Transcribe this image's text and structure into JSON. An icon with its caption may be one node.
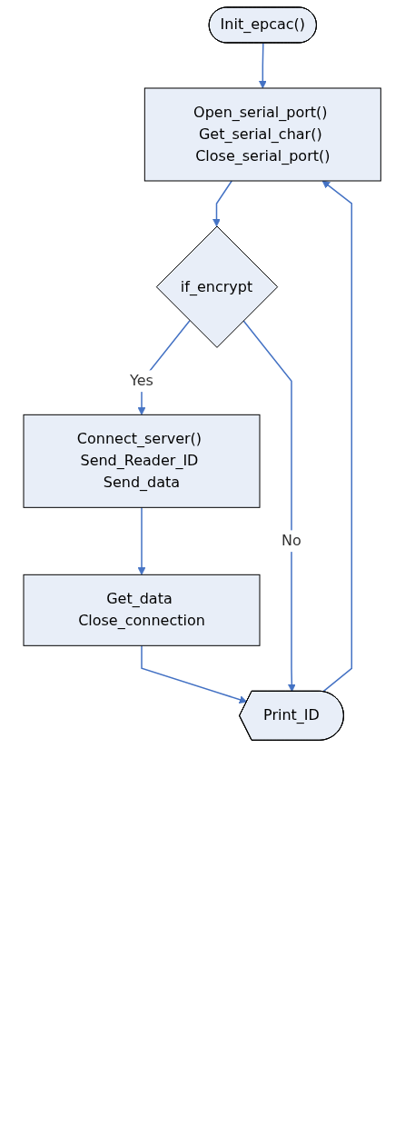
{
  "diagram": {
    "nodes": [
      {
        "text": [
          "Init_epcac()"
        ]
      },
      {
        "text": [
          "Open_serial_port() Get_serial_char() Close_serial_port()"
        ]
      },
      {
        "text": [
          "if_encrypt"
        ]
      },
      {
        "text": [
          "Connect_server() Send_Reader_ID Send_data"
        ]
      },
      {
        "text": [
          "Get_data Close_connection"
        ]
      },
      {
        "text": [
          "Print_ID"
        ]
      }
    ],
    "edges": [
      {
        "from": 0,
        "to": 1,
        "arrow": "to"
      },
      {
        "from": 1,
        "to": 2,
        "arrow": "to"
      },
      {
        "from": 2,
        "to": 3,
        "arrow": "to",
        "label": "Yes"
      },
      {
        "from": 3,
        "to": 4,
        "arrow": "to"
      },
      {
        "from": 4,
        "to": 5,
        "arrow": "to"
      },
      {
        "from": 2,
        "to": 5,
        "arrow": "to",
        "label": "No"
      },
      {
        "from": 5,
        "to": 1,
        "arrow": "to"
      }
    ]
  }
}
